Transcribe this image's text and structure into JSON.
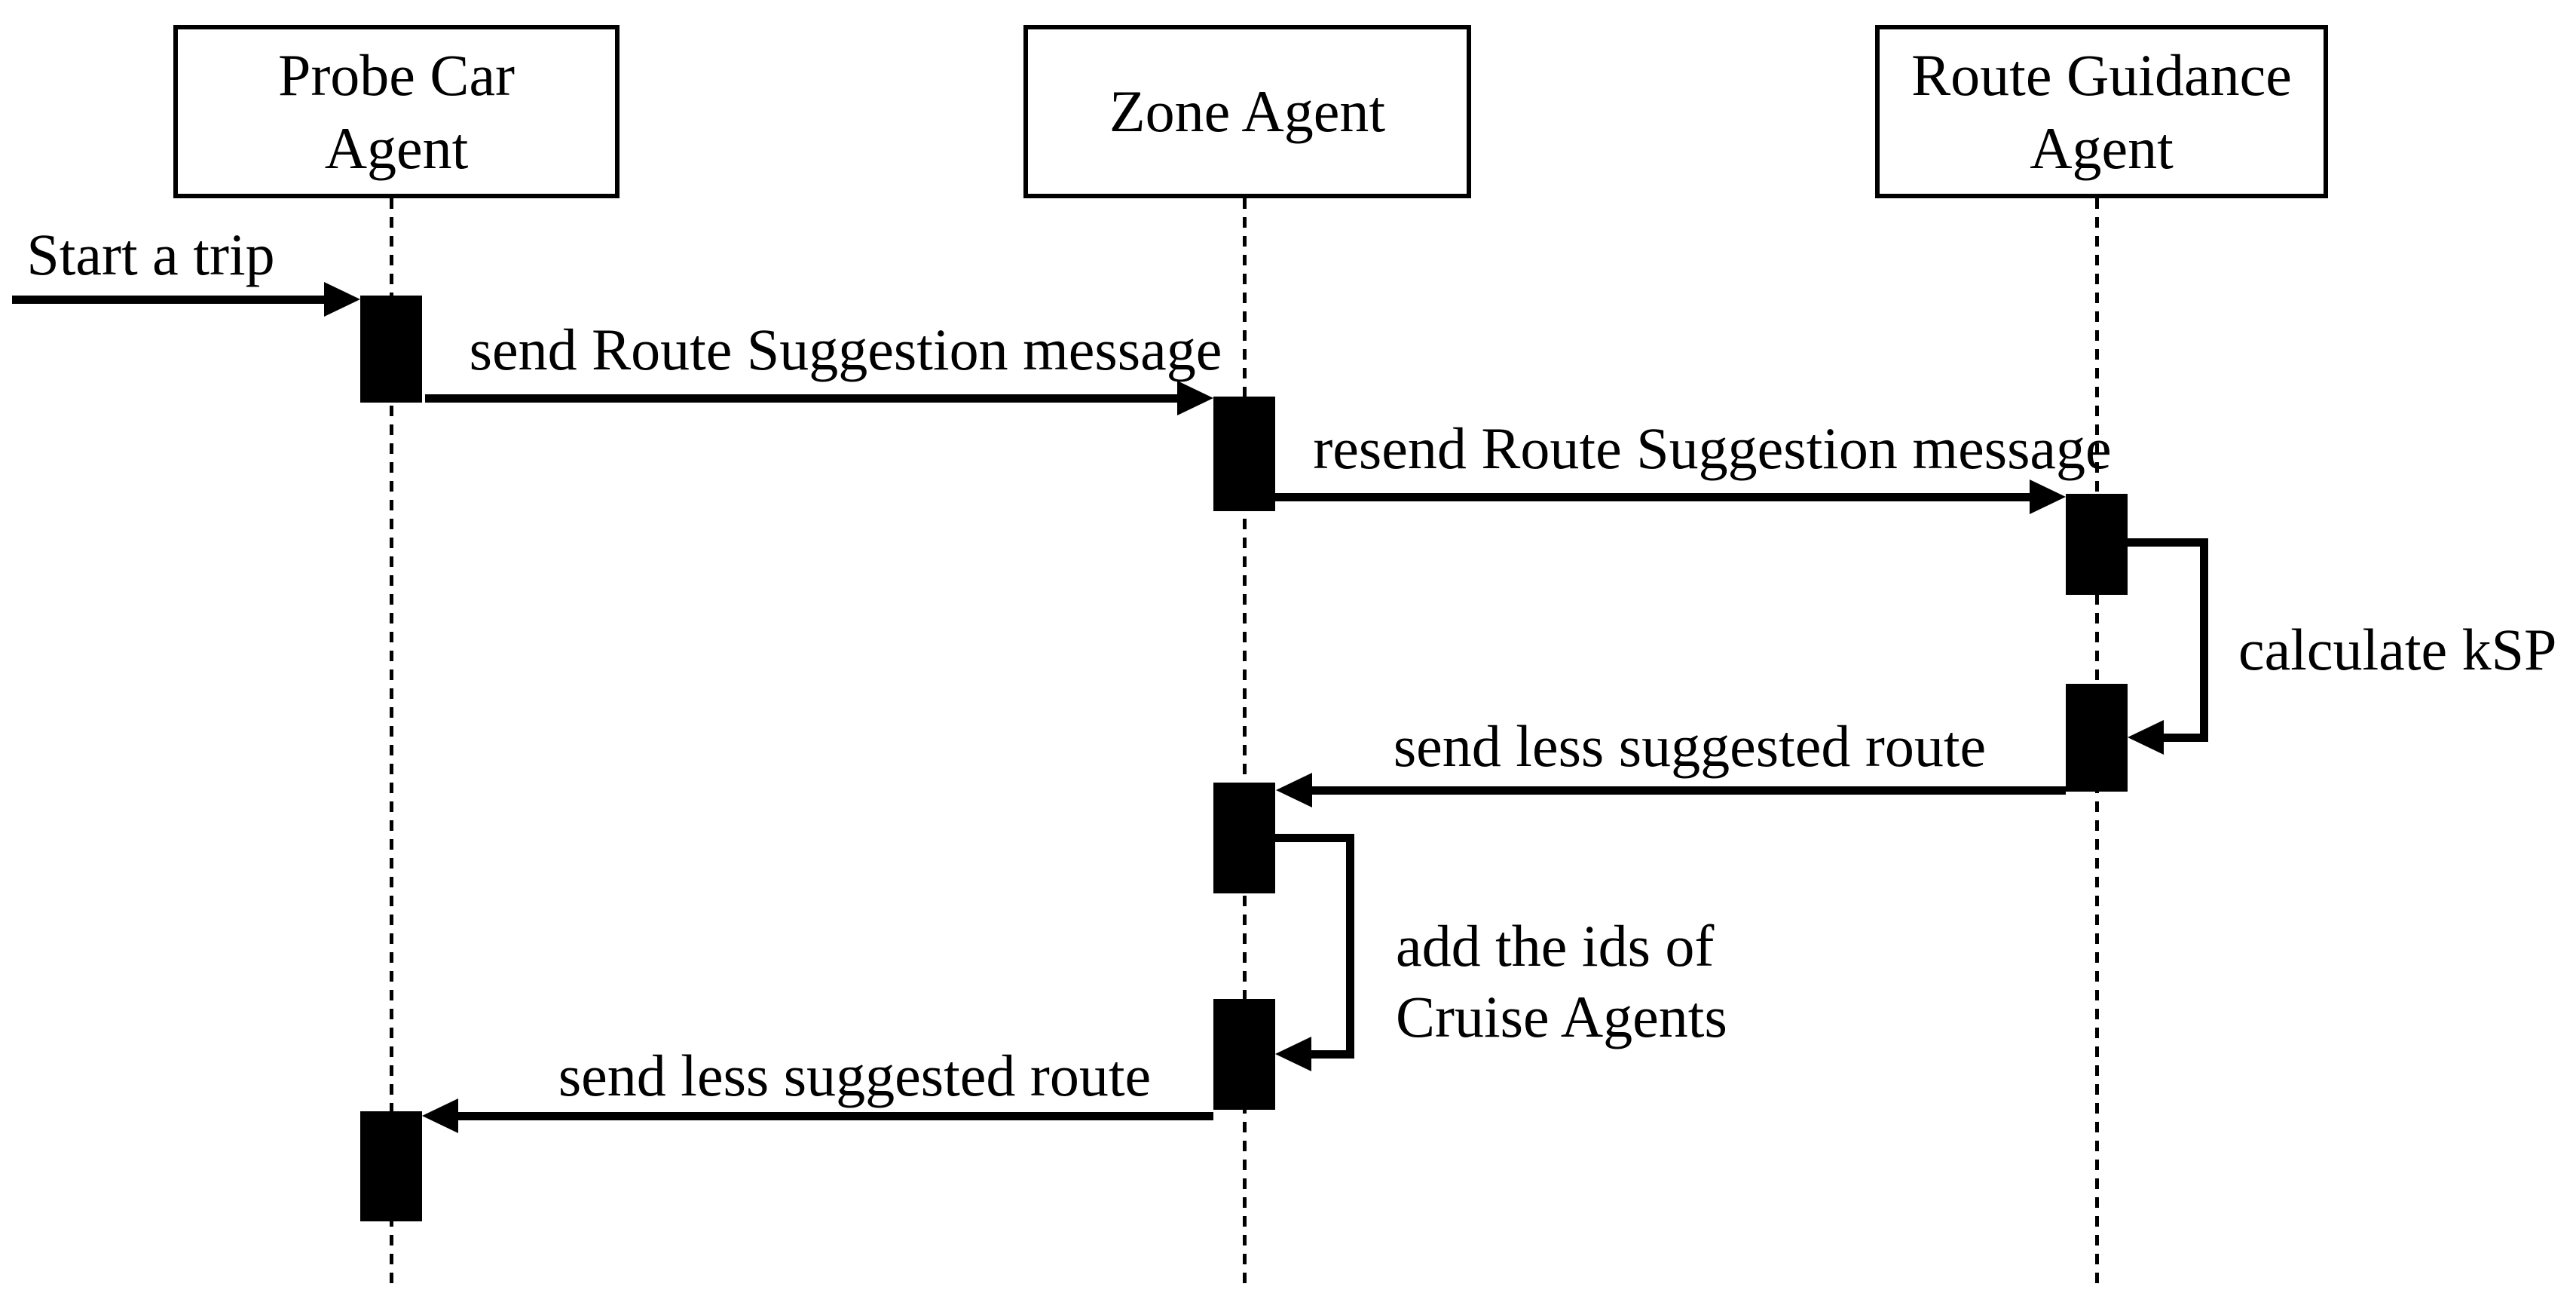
{
  "diagram": {
    "type": "uml-sequence",
    "background_color": "#ffffff",
    "ink_color": "#000000",
    "actors": [
      {
        "id": "probe-car-agent",
        "lines": [
          "Probe Car",
          "Agent"
        ]
      },
      {
        "id": "zone-agent",
        "lines": [
          "Zone Agent"
        ]
      },
      {
        "id": "route-guidance-agent",
        "lines": [
          "Route Guidance",
          "Agent"
        ]
      }
    ],
    "messages": [
      {
        "id": "start-trip",
        "label": "Start a trip",
        "from": "external",
        "to": "probe-car-agent",
        "direction": "right"
      },
      {
        "id": "send-route-suggestion",
        "label": "send Route Suggestion message",
        "from": "probe-car-agent",
        "to": "zone-agent",
        "direction": "right"
      },
      {
        "id": "resend-route-suggestion",
        "label": "resend Route Suggestion message",
        "from": "zone-agent",
        "to": "route-guidance-agent",
        "direction": "right"
      },
      {
        "id": "calculate-ksp",
        "label": "calculate kSP",
        "from": "route-guidance-agent",
        "to": "route-guidance-agent",
        "direction": "self"
      },
      {
        "id": "send-less-suggested-route-to-zone",
        "label": "send less suggested route",
        "from": "route-guidance-agent",
        "to": "zone-agent",
        "direction": "left"
      },
      {
        "id": "add-cruise-agent-ids",
        "lines": [
          "add the ids of",
          "Cruise Agents"
        ],
        "from": "zone-agent",
        "to": "zone-agent",
        "direction": "self"
      },
      {
        "id": "send-less-suggested-route-to-probe",
        "label": "send less suggested route",
        "from": "zone-agent",
        "to": "probe-car-agent",
        "direction": "left"
      }
    ]
  }
}
